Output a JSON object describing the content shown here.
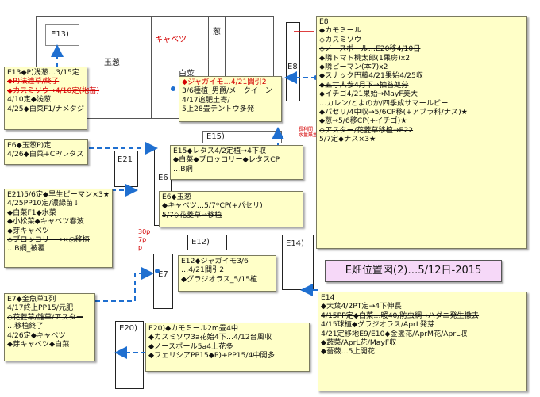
{
  "title": "E畑位置図(2)…5/12日-2015",
  "plots": {
    "e13": "E13)",
    "tamanegi": "玉葱",
    "kyabetsu": "キャベツ",
    "hakusai": "白菜",
    "negi": "葱",
    "e8": "E8",
    "e15": "E15)",
    "e21": "E21",
    "e6": "E6",
    "e12": "E12)",
    "e14": "E14)",
    "e7": "E7",
    "e20": "E20)",
    "side_note1": "長利間",
    "side_note2": "水量無生",
    "left_mark1": "30p",
    "left_mark2": "7p",
    "left_mark3": "p"
  },
  "notes": {
    "e13": [
      "E13◆P)浅葱…3/15定",
      "◆P)法連草/終了",
      "◆カスミソウ→4/10定(地苗)",
      "4/10定◆浅葱",
      "4/25◆白菜F1/ナメタジ"
    ],
    "e6a": [
      "E6◆玉葱P)定",
      "4/26◆白菜+CP/レタス"
    ],
    "e21": [
      "E21)5/6定◆早生ピーマン×3★",
      "4/25PP10定/濃緑苗↓",
      "◆白菜F1◆水菜",
      "◆小松菜◆キャベツ春波",
      "◆芽キャベツ",
      "◇ブロッコリー→×◎移植",
      "…B網_被覆"
    ],
    "e7": [
      "E7◆金魚草1列",
      "4/17終上PP15/元肥",
      "◇花菱草/雛草/アスター",
      "…移植終了",
      "4/26定◆キャベツ",
      "◆芽キャベツ◆白菜"
    ],
    "center": [
      "◆ジャガイモ…4/21間引2",
      "3/6種植_男爵/メークイーン",
      "4/17追肥土寄/",
      "5上28畳テントウ多発"
    ],
    "e15": [
      "E15◆レタス4/2定植→4下収",
      "◆白菜◆ブロッコリー◆レタスCP",
      "…B網"
    ],
    "e6b": [
      "E6◆玉葱",
      "◆キャベツ…5/7*CP(+パセリ)",
      "5/7◇花菱草→移植"
    ],
    "e12": [
      "E12◆ジャガイモ3/6",
      "…4/21間引2",
      "◆グラジオラス_5/15植"
    ],
    "e20": [
      "E20)◆カモミール2m畳4中",
      "◆カスミソウ3a花始4下…4/12台風収",
      "◆ノースポール5a4上花多",
      "◆フェリシアPP15◆P)+PP15/4中開多"
    ],
    "e8": [
      "E8",
      "◆カモミール",
      "◇カスミソウ",
      "◇ノースポール…E20移4/10日",
      "◆隣トマト桃太郎(1果房)x2",
      "◆隣ピーマン(本7)x2",
      "◆スナック円藤4/21果始4/25収",
      "◆五寸人参4月下→抽苔処分",
      "◆イチゴ4/21果始→MayF美大",
      "…カレン/とよのか/四季成サマールビー",
      "◆パセリ/4中収→5/6CP移(+アブラ科/ナス)★",
      "◆葱→5/6移CP(+イチゴ)★",
      "◇アスター/花菱草移植→E22",
      "5/7定◆ナス×3★"
    ],
    "e14": [
      "E14",
      "◆大葉4/2PT定→4下伸長",
      "4/15PP定◆白菜…暖40/防虫網→ハダニ発生撤去",
      "4/15球植◆グラジオラス/AprL発芽",
      "4/21定移地E9/E10◆金盞花/AprM花/AprL収",
      "◆蔬菜/AprL花/MayF収",
      "◆薔薇…5上開花"
    ]
  },
  "colors": {
    "red_text": "#d40000",
    "note_fill": "#ffffc8",
    "title_fill": "#f6d8f8",
    "arrow": "#1f6fd0"
  }
}
